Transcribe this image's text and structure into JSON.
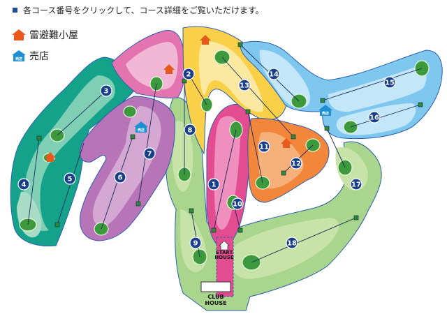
{
  "header": {
    "instruction": "各コース番号をクリックして、コース詳細をご覧いただけます。"
  },
  "legend": {
    "shelter": "雷避難小屋",
    "shop": "売店"
  },
  "colors": {
    "brand_blue": "#1d4f9c",
    "shelter_orange": "#e85a1c",
    "shop_blue": "#1e8fd0",
    "hole_badge": "#173f8a",
    "green": "#3c9a3c",
    "outline": "#2a5db0"
  },
  "icons": {
    "shelter": "house-icon-orange",
    "shop": "house-icon-blue-shop"
  },
  "markers": {
    "shop_text": "売店",
    "start_line1": "START",
    "start_line2": "HOUSE",
    "club_line1": "CLUB",
    "club_line2": "HOUSE"
  },
  "holes": [
    {
      "num": "1"
    },
    {
      "num": "2"
    },
    {
      "num": "3"
    },
    {
      "num": "4"
    },
    {
      "num": "5"
    },
    {
      "num": "6"
    },
    {
      "num": "7"
    },
    {
      "num": "8"
    },
    {
      "num": "9"
    },
    {
      "num": "10"
    },
    {
      "num": "11"
    },
    {
      "num": "12"
    },
    {
      "num": "13"
    },
    {
      "num": "14"
    },
    {
      "num": "15"
    },
    {
      "num": "16"
    },
    {
      "num": "17"
    },
    {
      "num": "18"
    }
  ]
}
